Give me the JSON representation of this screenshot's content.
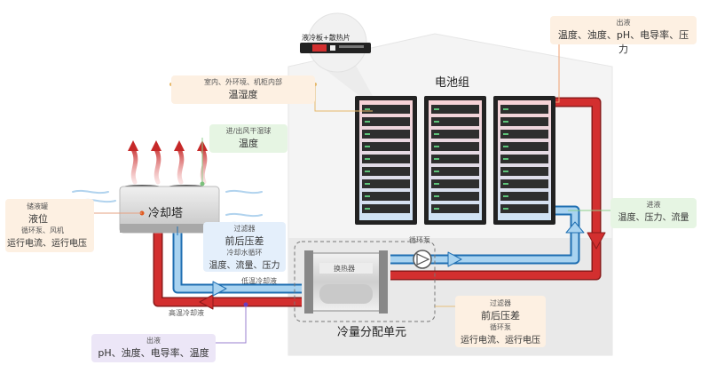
{
  "titles": {
    "battery_pack": "电池组",
    "cooling_tower": "冷却塔",
    "cdu": "冷量分配单元",
    "heat_exchanger": "换热器"
  },
  "callouts": {
    "cold_plate": "液冷板+散热片",
    "env_sensor": {
      "line1": "室内、外环境、机柜内部",
      "line2": "温湿度"
    },
    "wetbulb": {
      "line1": "进/出风干湿球",
      "line2": "温度"
    },
    "outlet_top": {
      "line1": "出液",
      "line2": "温度、浊度、pH、电导率、压力"
    },
    "inlet_right": {
      "line1": "进液",
      "line2": "温度、压力、流量"
    },
    "tank": {
      "line1": "储液罐",
      "line2": "液位",
      "line3": "循环泵、风机",
      "line4": "运行电流、运行电压"
    },
    "filter_left": {
      "line1": "过滤器",
      "line2": "前后压差",
      "line3": "冷却水循环",
      "line4": "温度、流量、压力"
    },
    "filter_right": {
      "line1": "过滤器",
      "line2": "前后压差",
      "line3": "循环泵",
      "line4": "运行电流、运行电压"
    },
    "outlet_bottom": {
      "line1": "出液",
      "line2": "pH、浊度、电导率、温度"
    }
  },
  "labels": {
    "pump": "循环泵",
    "low_temp": "低温冷却液",
    "high_temp": "高温冷却液"
  },
  "colors": {
    "hot_pipe": "#d32f2f",
    "cold_pipe": "#a9d3f0",
    "cold_pipe_border": "#1f6fb2",
    "rack_pink": "#f6d4d8",
    "rack_blue": "#cfe2f3",
    "tower_grey": "#dcdcdc",
    "box_orange": "#fdf0e2",
    "box_green": "#e6f5e3",
    "box_blue": "#e4effb",
    "box_purple": "#ece6f7"
  }
}
